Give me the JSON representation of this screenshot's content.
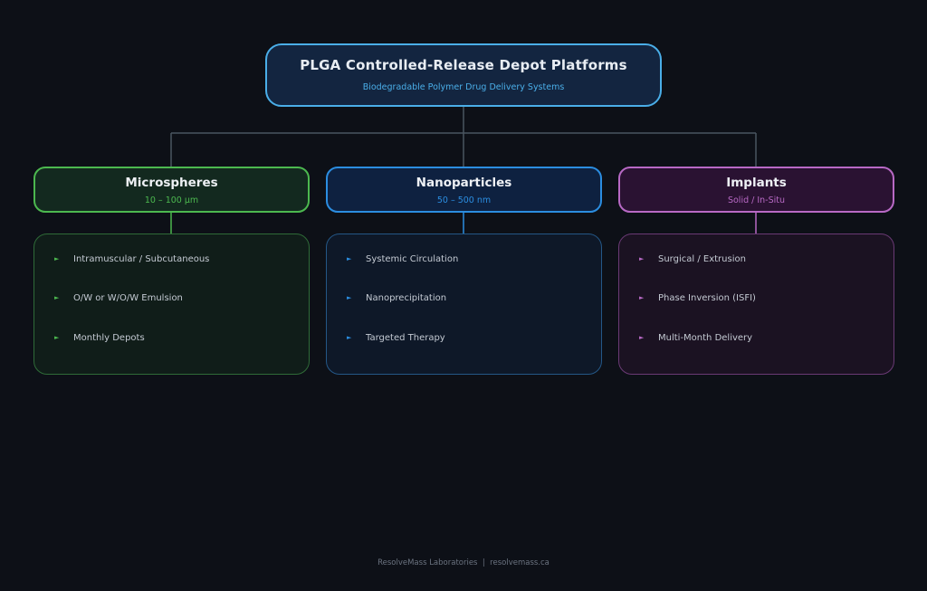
{
  "root": {
    "title": "PLGA Controlled-Release Depot Platforms",
    "subtitle": "Biodegradable Polymer Drug Delivery Systems"
  },
  "categories": [
    {
      "title": "Microspheres",
      "subtitle": "10 – 100 µm",
      "accent_color": "#4cb84f",
      "items": [
        "Intramuscular / Subcutaneous",
        "O/W or W/O/W Emulsion",
        "Monthly Depots"
      ]
    },
    {
      "title": "Nanoparticles",
      "subtitle": "50 – 500 nm",
      "accent_color": "#2b8de0",
      "items": [
        "Systemic Circulation",
        "Nanoprecipitation",
        "Targeted Therapy"
      ]
    },
    {
      "title": "Implants",
      "subtitle": "Solid / In-Situ",
      "accent_color": "#b869c5",
      "items": [
        "Surgical / Extrusion",
        "Phase Inversion (ISFI)",
        "Multi-Month Delivery"
      ]
    }
  ],
  "footer": "ResolveMass Laboratories  |  resolvemass.ca",
  "bullet_icon": "triangle-right-icon"
}
